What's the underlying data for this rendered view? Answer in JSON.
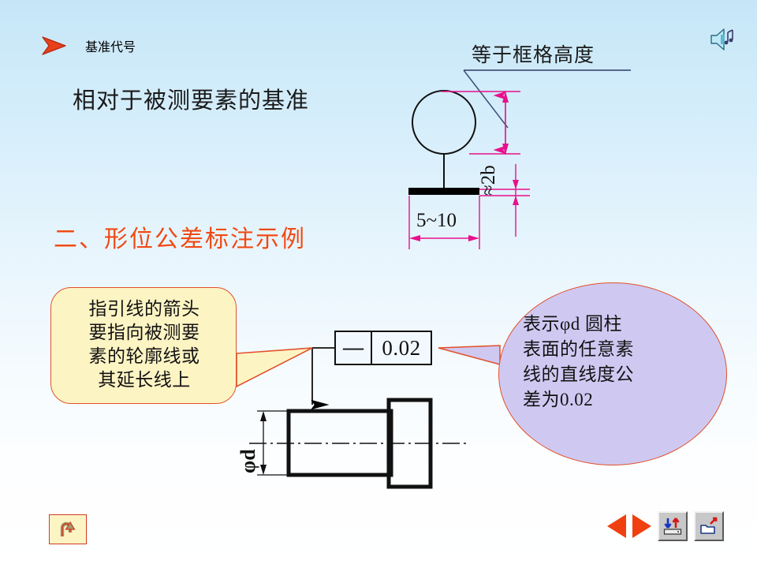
{
  "slide": {
    "bullet": {
      "icon": "arrow-bullet-icon",
      "title": "基准代号"
    },
    "subtitle": "相对于被测要素的基准",
    "note_frame_height": "等于框格高度",
    "section_heading": "二、形位公差标注示例"
  },
  "datum_diagram": {
    "name": "datum-symbol-diagram",
    "dim_width": "5~10",
    "dim_height": "≈2b",
    "parts": [
      "circle",
      "stem-line",
      "datum-bar",
      "dimension-arrows"
    ]
  },
  "tolerance_frame": {
    "symbol": "—",
    "symbol_name": "straightness-symbol",
    "value": "0.02"
  },
  "shaft_drawing": {
    "name": "stepped-shaft-drawing",
    "diameter_label": "φd",
    "centerline": "dash-dot"
  },
  "callouts": {
    "left": {
      "text": "指引线的箭头\n要指向被测要\n素的轮廓线或\n其延长线上",
      "lines": [
        "指引线的箭头",
        "要指向被测要",
        "素的轮廓线或",
        "其延长线上"
      ],
      "fill": "#fdf4c4",
      "border": "#e2502a"
    },
    "right": {
      "lines": [
        "表示φd 圆柱",
        "表面的任意素",
        "线的直线度公",
        "差为0.02"
      ],
      "fill": "#cfc9f2",
      "border": "#e2502a"
    }
  },
  "chrome": {
    "speaker_icon": "speaker-sound-icon",
    "return_button": "u-turn-return-icon",
    "nav_prev": "prev-triangle-icon",
    "nav_next": "next-triangle-icon",
    "tool_transfer": "transfer-drive-icon",
    "tool_folder": "folder-open-up-icon"
  },
  "colors": {
    "title_pink": "#ff3fa8",
    "heading_orange": "#ef4a16",
    "dimension_magenta": "#e8108c",
    "leader_blue": "#44547a",
    "callout_border": "#e2502a"
  }
}
